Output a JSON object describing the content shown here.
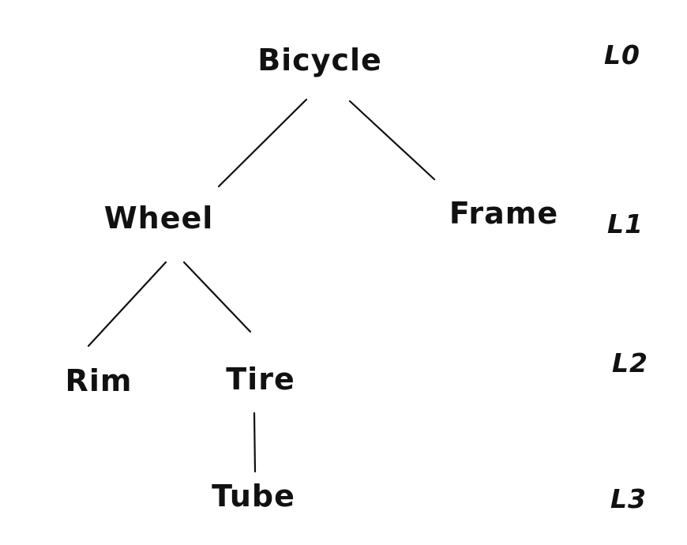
{
  "diagram": {
    "type": "tree",
    "style": "hand-drawn",
    "colors": {
      "ink": "#111111",
      "background": "#ffffff"
    },
    "nodes": [
      {
        "id": "bicycle",
        "label": "Bicycle",
        "level": "L0",
        "parent": null
      },
      {
        "id": "wheel",
        "label": "Wheel",
        "level": "L1",
        "parent": "bicycle"
      },
      {
        "id": "frame",
        "label": "Frame",
        "level": "L1",
        "parent": "bicycle"
      },
      {
        "id": "rim",
        "label": "Rim",
        "level": "L2",
        "parent": "wheel"
      },
      {
        "id": "tire",
        "label": "Tire",
        "level": "L2",
        "parent": "wheel"
      },
      {
        "id": "tube",
        "label": "Tube",
        "level": "L3",
        "parent": "tire"
      }
    ],
    "edges": [
      {
        "from": "Bicycle",
        "to": "Wheel"
      },
      {
        "from": "Bicycle",
        "to": "Frame"
      },
      {
        "from": "Wheel",
        "to": "Rim"
      },
      {
        "from": "Wheel",
        "to": "Tire"
      },
      {
        "from": "Tire",
        "to": "Tube"
      }
    ],
    "levels": [
      {
        "label": "L0"
      },
      {
        "label": "L1"
      },
      {
        "label": "L2"
      },
      {
        "label": "L3"
      }
    ]
  }
}
